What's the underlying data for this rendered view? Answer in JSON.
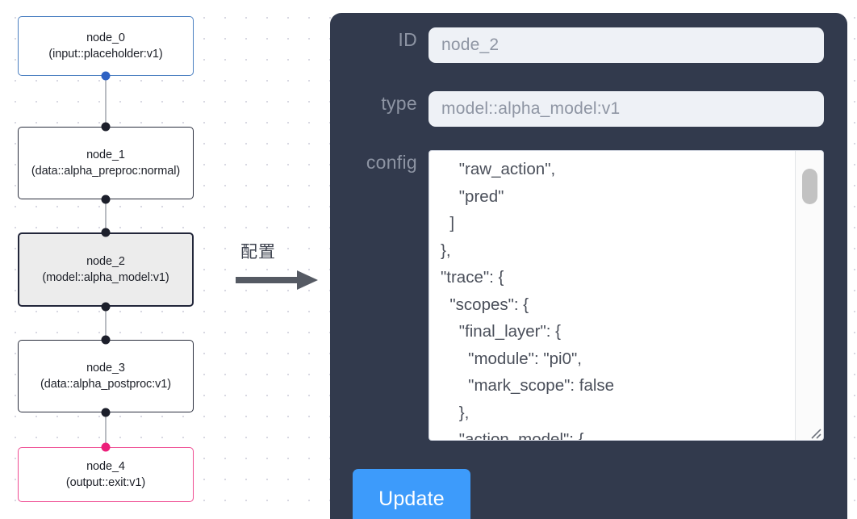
{
  "graph": {
    "nodes": [
      {
        "id": "node_0",
        "label": "node_0",
        "type_label": "(input::placeholder:v1)",
        "state": "input"
      },
      {
        "id": "node_1",
        "label": "node_1",
        "type_label": "(data::alpha_preproc:normal)",
        "state": "default"
      },
      {
        "id": "node_2",
        "label": "node_2",
        "type_label": "(model::alpha_model:v1)",
        "state": "selected"
      },
      {
        "id": "node_3",
        "label": "node_3",
        "type_label": "(data::alpha_postproc:v1)",
        "state": "default"
      },
      {
        "id": "node_4",
        "label": "node_4",
        "type_label": "(output::exit:v1)",
        "state": "output"
      }
    ],
    "colors": {
      "input_border": "#4a7fc1",
      "output_border": "#ef4b92",
      "selected_border": "#22263a",
      "selected_fill": "#ececec",
      "edge": "#b9bcc2",
      "handle": "#1c1f2b",
      "handle_input": "#2f62c4",
      "handle_output": "#ec1f7a"
    }
  },
  "arrow": {
    "label": "配置",
    "color": "#555a63"
  },
  "panel": {
    "background": "#323a4d",
    "fields": [
      {
        "name": "id",
        "label": "ID",
        "value": "node_2"
      },
      {
        "name": "type",
        "label": "type",
        "value": "model::alpha_model:v1"
      },
      {
        "name": "config",
        "label": "config"
      }
    ],
    "config_text": "    \"raw_action\",\n    \"pred\"\n  ]\n},\n\"trace\": {\n  \"scopes\": {\n    \"final_layer\": {\n      \"module\": \"pi0\",\n      \"mark_scope\": false\n    },\n    \"action_model\": {",
    "update_label": "Update",
    "update_color": "#3d9bfb"
  }
}
